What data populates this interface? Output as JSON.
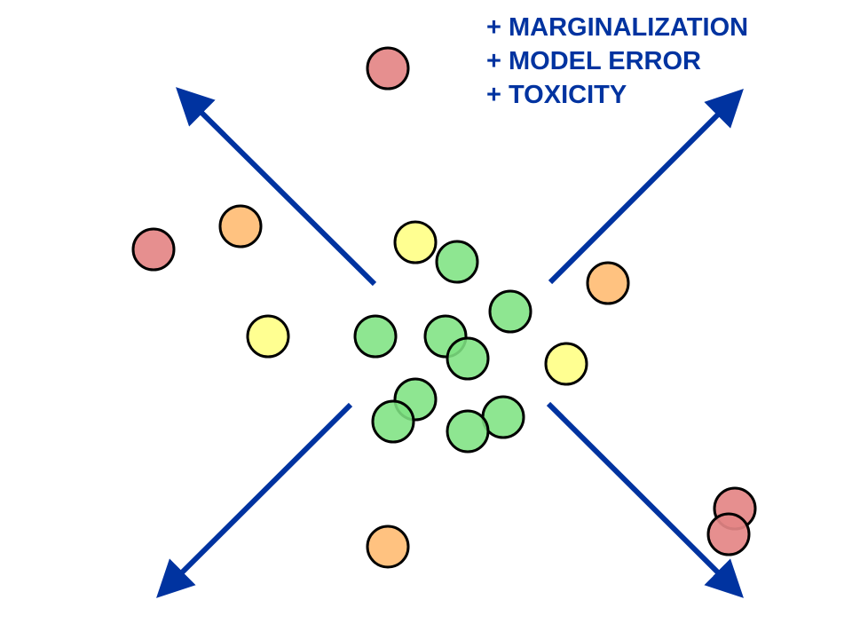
{
  "legend": {
    "items": [
      "+ MARGINALIZATION",
      "+ MODEL ERROR",
      "+ TOXICITY"
    ]
  },
  "colors": {
    "arrow": "#0033a0",
    "text": "#0033a0",
    "outline": "#000000",
    "green": "#7ee282",
    "yellow": "#ffff88",
    "orange": "#ffbd75",
    "red": "#e48585"
  }
}
